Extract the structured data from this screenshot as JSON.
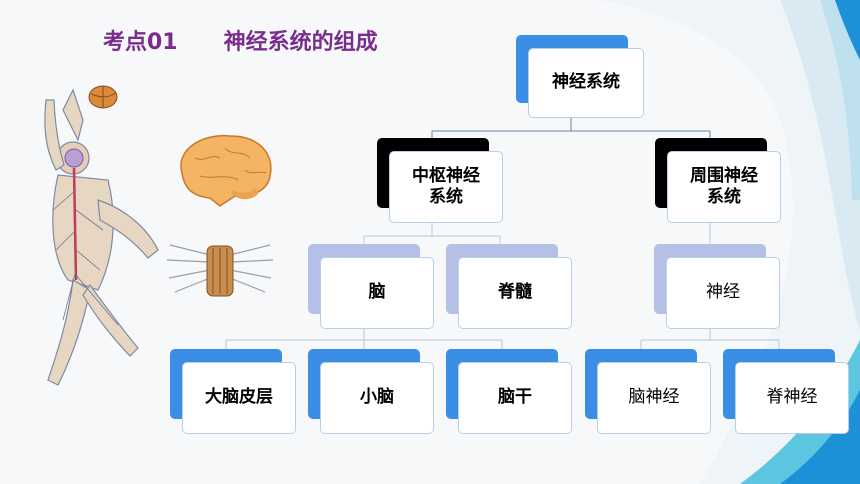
{
  "title": {
    "label": "考点01",
    "text": "神经系统的组成"
  },
  "tree": {
    "root": "神经系统",
    "central": {
      "line1": "中枢神经",
      "line2": "系统"
    },
    "peripheral": {
      "line1": "周围神经",
      "line2": "系统"
    },
    "brain": "脑",
    "spinal_cord": "脊髓",
    "nerves": "神经",
    "cerebrum": "大脑皮层",
    "cerebellum": "小脑",
    "brainstem": "脑干",
    "cranial_nerves": "脑神经",
    "spinal_nerves": "脊神经"
  },
  "colors": {
    "title": "#7a2d8c",
    "blue": "#3a8ee6",
    "black": "#000000",
    "lavender": "#b4c0e6",
    "accent": "#1e90d8"
  }
}
